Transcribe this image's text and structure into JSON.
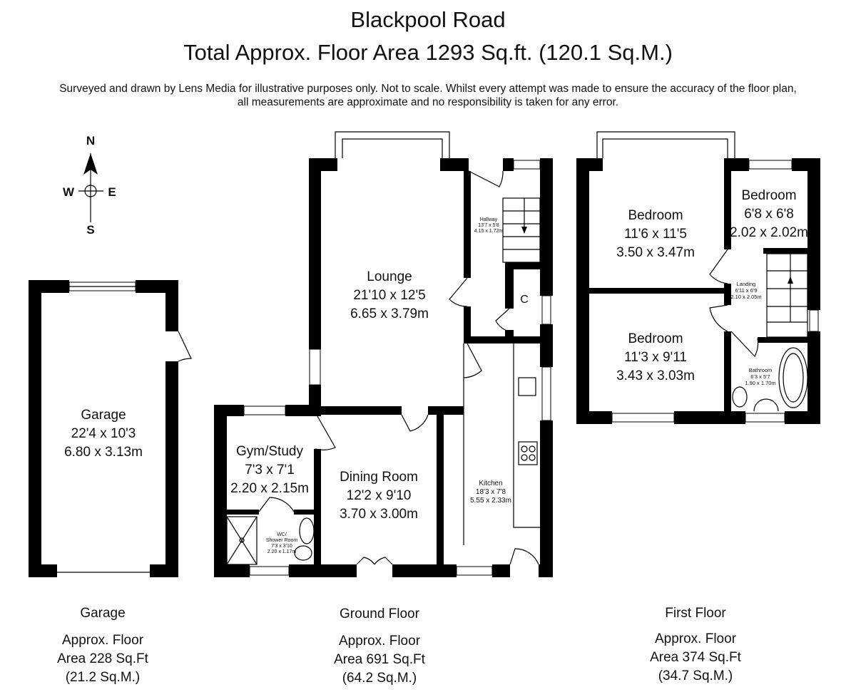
{
  "header": {
    "title": "Blackpool Road",
    "subtitle": "Total Approx. Floor Area 1293 Sq.ft. (120.1 Sq.M.)",
    "disclaimer_line1": "Surveyed and drawn by Lens Media for illustrative purposes only. Not to scale. Whilst every attempt was made to ensure the accuracy of the floor plan,",
    "disclaimer_line2": "all measurements are approximate and no responsibility is taken for any error."
  },
  "compass": {
    "n": "N",
    "s": "S",
    "e": "E",
    "w": "W"
  },
  "rooms": {
    "garage": {
      "name": "Garage",
      "imperial": "22'4 x 10'3",
      "metric": "6.80 x 3.13m"
    },
    "lounge": {
      "name": "Lounge",
      "imperial": "21'10 x 12'5",
      "metric": "6.65 x 3.79m"
    },
    "hallway": {
      "name": "Hallway",
      "imperial": "13'7 x 5'8",
      "metric": "4.15 x 1.72m"
    },
    "cupboard": {
      "name": "C"
    },
    "gym": {
      "name": "Gym/Study",
      "imperial": "7'3 x 7'1",
      "metric": "2.20 x 2.15m"
    },
    "dining": {
      "name": "Dining Room",
      "imperial": "12'2 x 9'10",
      "metric": "3.70 x 3.00m"
    },
    "wc": {
      "name1": "WC/",
      "name2": "Shower Room",
      "imperial": "7'3 x 3'10",
      "metric": "2.20 x 1.17m"
    },
    "kitchen": {
      "name": "Kitchen",
      "imperial": "18'3 x 7'8",
      "metric": "5.55 x 2.33m"
    },
    "bedroom1": {
      "name": "Bedroom",
      "imperial": "11'6 x 11'5",
      "metric": "3.50 x 3.47m"
    },
    "bedroom2": {
      "name": "Bedroom",
      "imperial": "6'8 x 6'8",
      "metric": "2.02 x 2.02m"
    },
    "bedroom3": {
      "name": "Bedroom",
      "imperial": "11'3 x 9'11",
      "metric": "3.43 x 3.03m"
    },
    "landing": {
      "name": "Landing",
      "imperial": "6'11 x 6'9",
      "metric": "2.10 x 2.05m"
    },
    "bathroom": {
      "name": "Bathroom",
      "imperial": "6'3 x 5'7",
      "metric": "1.90 x 1.70m"
    }
  },
  "floors": [
    {
      "name": "Garage",
      "line1": "Approx. Floor",
      "line2": "Area 228 Sq.Ft",
      "line3": "(21.2 Sq.M.)"
    },
    {
      "name": "Ground Floor",
      "line1": "Approx. Floor",
      "line2": "Area 691 Sq.Ft",
      "line3": "(64.2 Sq.M.)"
    },
    {
      "name": "First Floor",
      "line1": "Approx. Floor",
      "line2": "Area 374 Sq.Ft",
      "line3": "(34.7 Sq.M.)"
    }
  ]
}
